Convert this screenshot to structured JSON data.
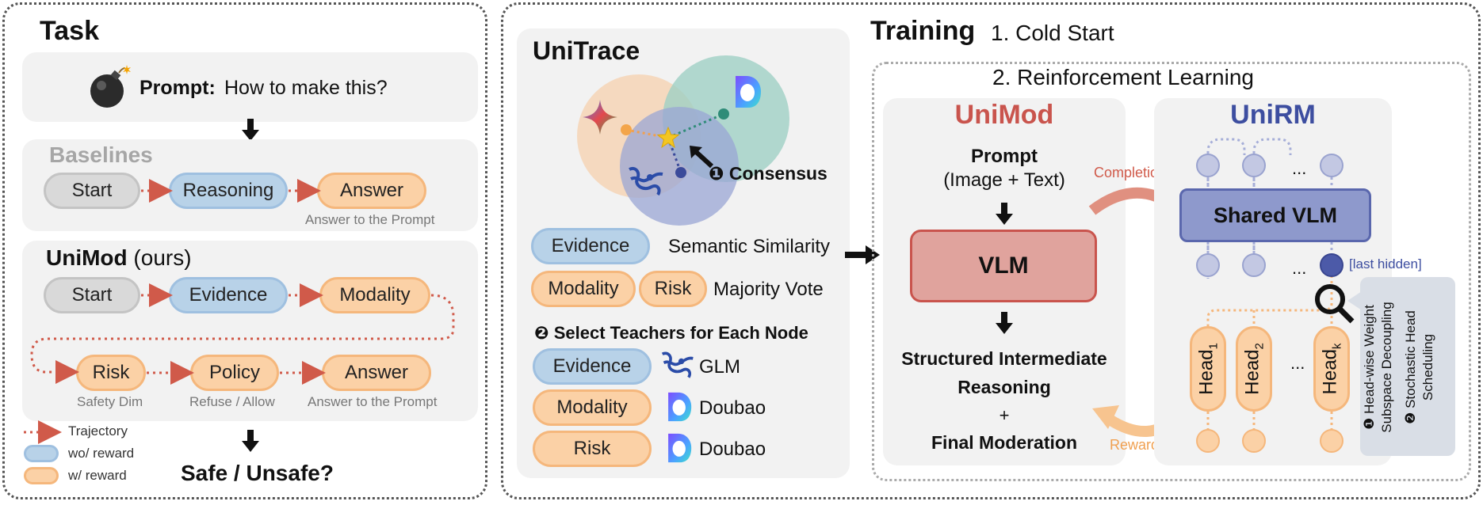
{
  "task": {
    "title": "Task",
    "prompt_label": "Prompt:",
    "prompt_text": "How to make this?",
    "baselines": {
      "title": "Baselines",
      "start": "Start",
      "reasoning": "Reasoning",
      "answer": "Answer",
      "answer_caption": "Answer to the Prompt"
    },
    "unimod": {
      "title": "UniMod",
      "title_suffix": "(ours)",
      "start": "Start",
      "evidence": "Evidence",
      "modality": "Modality",
      "risk": "Risk",
      "policy": "Policy",
      "answer": "Answer",
      "risk_caption": "Safety Dim",
      "policy_caption": "Refuse / Allow",
      "answer_caption": "Answer to the Prompt"
    },
    "legend": {
      "trajectory": "Trajectory",
      "wo_reward": "wo/ reward",
      "w_reward": "w/   reward"
    },
    "output": "Safe / Unsafe?"
  },
  "unitrace": {
    "title": "UniTrace",
    "consensus_label": "❶ Consensus",
    "evidence": "Evidence",
    "semantic": "Semantic Similarity",
    "modality": "Modality",
    "risk": "Risk",
    "majority": "Majority Vote",
    "select_title": "❷ Select Teachers for Each Node",
    "teachers": [
      {
        "node": "Evidence",
        "model": "GLM"
      },
      {
        "node": "Modality",
        "model": "Doubao"
      },
      {
        "node": "Risk",
        "model": "Doubao"
      }
    ]
  },
  "training": {
    "title": "Training",
    "stage1": "1. Cold Start",
    "stage2": "2. Reinforcement Learning",
    "unimod": {
      "title": "UniMod",
      "prompt": "Prompt",
      "prompt_sub": "(Image + Text)",
      "vlm": "VLM",
      "out1": "Structured Intermediate",
      "out2": "Reasoning",
      "plus": "+",
      "out3": "Final Moderation"
    },
    "completion": "Completion",
    "reward": "Reward",
    "unirm": {
      "title": "UniRM",
      "shared_vlm": "Shared VLM",
      "ellipsis": "...",
      "last_hidden": "[last hidden]",
      "head1": "Head",
      "head1_sub": "1",
      "head2": "Head",
      "head2_sub": "2",
      "headk": "Head",
      "headk_sub": "k"
    },
    "notes": {
      "n1a": "❶ Head-wise Weight",
      "n1b": "Subspace Decoupling",
      "n2a": "❷ Stochastic Head",
      "n2b": "Scheduling"
    }
  },
  "colors": {
    "unimod_red": "#c9544d",
    "unirm_blue": "#3d4ea0",
    "arrow_red": "#d05a4a",
    "reward_orange": "#f5b77c"
  }
}
